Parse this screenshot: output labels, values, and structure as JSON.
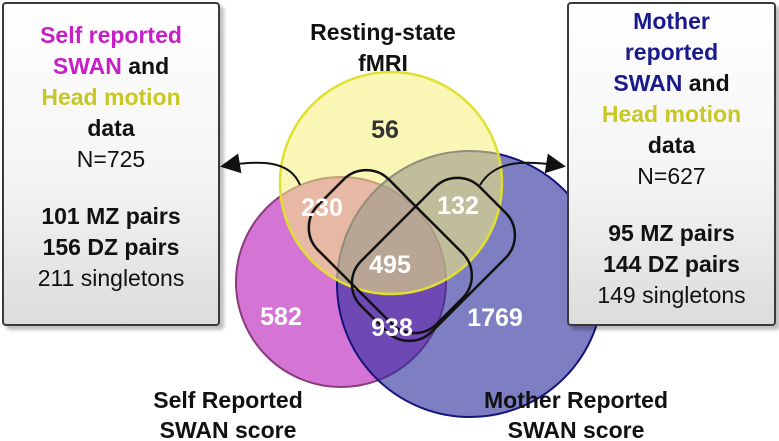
{
  "left_box": {
    "line1": "Self reported",
    "line2_colored": "SWAN",
    "line2_rest": " and",
    "line3": "Head motion",
    "line4": "data",
    "n": "N=725",
    "mz": "101 MZ pairs",
    "dz": "156 DZ pairs",
    "singletons": "211 singletons"
  },
  "right_box": {
    "line1": "Mother",
    "line2": "reported",
    "line3_colored": "SWAN",
    "line3_rest": " and",
    "line4": "Head motion",
    "line5": "data",
    "n": "N=627",
    "mz": "95 MZ pairs",
    "dz": "144 DZ pairs",
    "singletons": "149 singletons"
  },
  "captions": {
    "top_line1": "Resting-state",
    "top_line2": "fMRI",
    "left_line1": "Self Reported",
    "left_line2": "SWAN score",
    "right_line1": "Mother Reported",
    "right_line2": "SWAN score"
  },
  "venn": {
    "fmri_only": "56",
    "self_only": "582",
    "mother_only": "1769",
    "fmri_self": "230",
    "fmri_mother": "132",
    "self_mother": "938",
    "all_three": "495"
  },
  "colors": {
    "fmri_fill": "#f6f07a",
    "fmri_stroke": "#e0e030",
    "self_fill": "#cc5ccc",
    "self_stroke": "#8a3a7a",
    "mother_fill": "#3e3ea8",
    "mother_stroke": "#14147a",
    "magenta_text": "#c71fc7",
    "yellow_text": "#c8c824",
    "navy_text": "#1a1a8c"
  }
}
